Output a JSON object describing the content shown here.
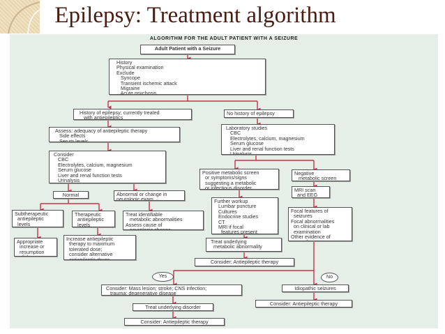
{
  "title": "Epilepsy: Treatment algorithm",
  "diagram_heading": "ALGORITHM FOR THE ADULT PATIENT WITH A SEIZURE",
  "colors": {
    "arrow": "#c8304c",
    "title": "#4a1c12",
    "panel": "#e5efe7"
  },
  "boxes": {
    "adult": "Adult Patient with a Seizure",
    "history": "History\nPhysical examination\nExclude\n   Syncope\n   Transient ischemic attack\n   Migraine\n   Acute psychosis\n   Other causes of episodic cerebral dysfunction",
    "hist_epi": "History of epilepsy; currently treated\n   with antiepileptics",
    "no_hist": "No history of epilepsy",
    "assess": "Assess: adequacy of antiepileptic therapy\n   Side effects\n   Serum levels",
    "lab": "Laboratory studies\n   CBC\n   Electrolytes, calcium, magnesium\n   Serum glucose\n   Liver and renal function tests\n   Urinalysis\n   Toxicology screen",
    "consider": "Consider\n   CBC\n   Electrolytes, calcium, magnesium\n   Serum glucose\n   Liver and renal function tests\n   Urinalysis\n   Toxicology screen",
    "positive": "Positive metabolic screen\n  or symptoms/signs\n  suggesting a metabolic\n  or infectious disorder",
    "negative": "Negative\n   metabolic screen",
    "mri": "MRI scan\n  and EEG",
    "normal": "Normal",
    "abnormal": "Abnormal or change in\nneurologic exam",
    "focal": "Focal features of\n  seizures\nFocal abnormalities\n  on clinical or lab\n  examination\nOther evidence of\n  neurologic\n  dysfunction",
    "subther": "Subtherapeutic\n  antiepileptic\n  levels",
    "ther": "Therapeutic\n  antiepileptic\n  levels",
    "treat_ident": "Treat identifiable\n   metabolic abnormalities\nAssess cause of\n   neurologic change",
    "further": "Further workup\n   Lumbar puncture\n   Cultures\n   Endocrine studies\n   CT\n   MRI if focal\n     features present",
    "appropriate": "Appropriate\n  increase or\n  resumption\n  of dose",
    "increase": "Increase antiepileptic\n  therapy to maximum\n  tolerated dose;\n  consider alternative\n  antiepileptic drugs",
    "treat_meta": "Treat underlying\n  metabolic abnormality",
    "consider_mid": "Consider: Antiepileptic therapy",
    "mass": "Consider: Mass lesion; stroke; CNS infection;\n   trauma; degenerative disease",
    "idiopathic": "Idiopathic seizures",
    "consider_right": "Consider: Antiepileptic therapy",
    "treat_disorder": "Treat underlying disorder",
    "consider_bottom": "Consider: Antiepileptic therapy"
  },
  "yes": "Yes",
  "no": "No"
}
